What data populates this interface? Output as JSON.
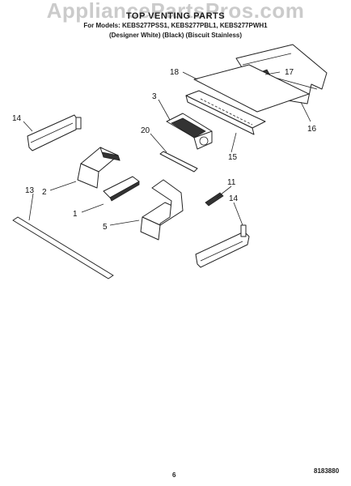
{
  "header": {
    "title": "TOP VENTING PARTS",
    "models": "For Models: KEBS277PSS1, KEBS277PBL1, KEBS277PWH1",
    "variants": "(Designer White)   (Black)   (Biscuit Stainless)"
  },
  "watermark": "AppliancePartsPros.com",
  "parts": {
    "p1": "1",
    "p2": "2",
    "p3": "3",
    "p5": "5",
    "p11": "11",
    "p13": "13",
    "p14a": "14",
    "p14b": "14",
    "p15": "15",
    "p16": "16",
    "p17": "17",
    "p18": "18",
    "p20": "20"
  },
  "footer": {
    "page": "6",
    "doc": "8183880"
  }
}
